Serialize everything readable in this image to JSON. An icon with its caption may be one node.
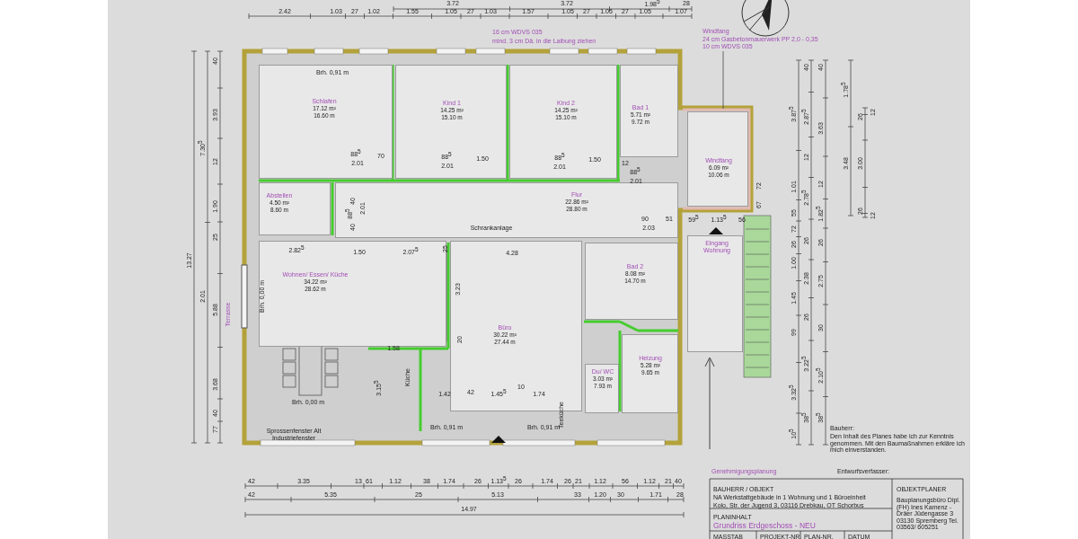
{
  "diagram": {
    "title": "Grundriss Erdgeschoss - NEU",
    "nodes": [
      {
        "text": [
          "Schlafen",
          "17.12 m²",
          "16.60 m"
        ]
      },
      {
        "text": [
          "Kind 1",
          "14.25 m²",
          "15.10 m"
        ]
      },
      {
        "text": [
          "Kind 2",
          "14.25 m²",
          "15.10 m"
        ]
      },
      {
        "text": [
          "Bad 1",
          "5.71 m²",
          "9.72 m"
        ]
      },
      {
        "text": [
          "Windfang",
          "6.09 m²",
          "10.06 m"
        ]
      },
      {
        "text": [
          "Abstellen",
          "4.50 m²",
          "8.60 m"
        ]
      },
      {
        "text": [
          "Flur",
          "22.86 m²",
          "28.80 m"
        ]
      },
      {
        "text": [
          "Wohnen/ Essen/ Küche",
          "34.22 m²",
          "28.62 m"
        ]
      },
      {
        "text": [
          "Büro",
          "30.22 m²",
          "27.44 m"
        ]
      },
      {
        "text": [
          "Bad 2",
          "8.08 m²",
          "14.70 m"
        ]
      },
      {
        "text": [
          "Du/ WC",
          "3.03 m²",
          "7.93 m"
        ]
      },
      {
        "text": [
          "Heizung",
          "5.28 m²",
          "9.65 m"
        ]
      },
      {
        "text": [
          "Eingang Wohnung"
        ]
      },
      {
        "text": [
          "Windfang",
          "24 cm Gasbetonmauerwerk PP 2,0 - 0,35",
          "10 cm WDVS 035"
        ]
      }
    ],
    "edges": [
      {
        "from": 13,
        "to": 4,
        "arrow": "none"
      }
    ],
    "labels": [
      "3.72",
      "3.72",
      "1.98$^{5}$",
      "28",
      "2.42",
      "1.03",
      "27",
      "1.02",
      "1.55",
      "1.05",
      "27",
      "1.03",
      "1.57",
      "1.05",
      "27",
      "1.05",
      "27",
      "1.05",
      "1.07",
      "16 cm WDVS 035",
      "mind. 3 cm Dä. in die Laibung ziehen",
      "40",
      "3.93",
      "12",
      "1.90",
      "25",
      "5.88",
      "3.68",
      "40",
      "77",
      "7.30$^{5}$",
      "2.01",
      "13.27",
      "Terrasse",
      "Brh. 0,91 m",
      "88$^{5}$",
      "2.01",
      "70",
      "88$^{5}$",
      "2.01",
      "1.50",
      "88$^{5}$",
      "2.01",
      "1.50",
      "12",
      "88$^{5}$",
      "2.01",
      "40",
      "88$^{5}$",
      "2.01",
      "40",
      "Schrankanlage",
      "90",
      "2.03",
      "51",
      "59$^{5}$",
      "1.13$^{5}$",
      "56",
      "72",
      "67",
      "2.82$^{5}$",
      "1.50",
      "2.07$^{5}$",
      "25",
      "4.28",
      "Brh. 0,00 m",
      "3.23",
      "20",
      "1.58",
      "3.15$^{5}$",
      "Küche",
      "Brh. 0,00 m",
      "Sprossenfenster Alt Industriefenster",
      "1.42",
      "42",
      "1.45$^{5}$",
      "10",
      "1.74",
      "Brh. 0,91 m",
      "Brh. 0,91 m",
      "Teeküche",
      "3.87$^{5}$",
      "1.01",
      "55",
      "72",
      "26",
      "1.00",
      "1.45",
      "99",
      "3.32$^{5}$",
      "10$^{5}$",
      "40",
      "2.87$^{5}$",
      "12",
      "2.78$^{5}$",
      "26",
      "2.38",
      "26",
      "3.22$^{5}$",
      "38$^{5}$",
      "40",
      "3.63",
      "12",
      "1.82$^{5}$",
      "26",
      "2.75",
      "30",
      "2.10$^{5}$",
      "38$^{5}$",
      "1.78$^{5}$",
      "3.48",
      "12",
      "26",
      "3.00",
      "26",
      "12",
      "42",
      "3.35",
      "13",
      "61",
      "1.12",
      "38",
      "1.74",
      "26",
      "1.13$^{5}$",
      "26",
      "1.74",
      "26",
      "21",
      "1.12",
      "56",
      "1.12",
      "21",
      "40",
      "42",
      "5.35",
      "25",
      "5.13",
      "33",
      "1.20",
      "30",
      "1.71",
      "28",
      "14.97",
      "Bauherr:",
      "Den Inhalt des Planes habe ich zur Kenntnis genommen. Mit den Baumaßnahmen erkläre ich mich einverstanden.",
      "Genehmigungsplanung",
      "Entwurfsverfasser:",
      "BAUHERR / OBJEKT",
      "NA Werkstattgebäude in 1 Wohnung und 1 Büroeinheit",
      "Kolo, Str. der Jugend 3, 03116 Drebkau, OT Schorbus",
      "PLANINHALT",
      "MASSTAB",
      "PROJEKT-NR.",
      "PLAN-NR.",
      "DATUM",
      "OBJEKTPLANER",
      "Bauplanungsbüro Dipl.(FH) Ines Kamenz - Dräer Jüdengasse 3 03130 Spremberg Tel. 03563/ 605251"
    ]
  }
}
